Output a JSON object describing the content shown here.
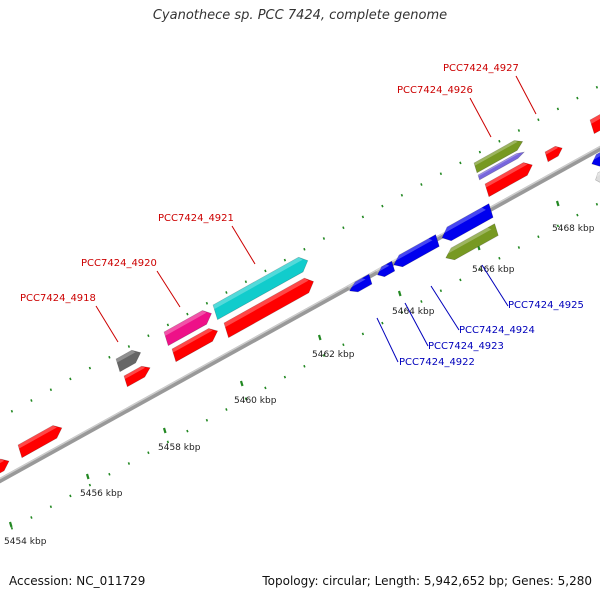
{
  "title": "Cyanothece sp. PCC 7424, complete genome",
  "footer": {
    "accession": "Accession: NC_011729",
    "summary": "Topology: circular; Length: 5,942,652 bp; Genes: 5,280"
  },
  "colors": {
    "forward_label": "#cc0000",
    "reverse_label": "#0000bb",
    "backbone": "#999999",
    "tick": "#228822"
  },
  "scale": {
    "major_ticks": [
      {
        "label": "5454 kbp"
      },
      {
        "label": "5456 kbp"
      },
      {
        "label": "5458 kbp"
      },
      {
        "label": "5460 kbp"
      },
      {
        "label": "5462 kbp"
      },
      {
        "label": "5464 kbp"
      },
      {
        "label": "5466 kbp"
      },
      {
        "label": "5468 kbp"
      }
    ]
  },
  "gene_labels": [
    {
      "text": "PCC7424_4918",
      "strand": "forward"
    },
    {
      "text": "PCC7424_4920",
      "strand": "forward"
    },
    {
      "text": "PCC7424_4921",
      "strand": "forward"
    },
    {
      "text": "PCC7424_4926",
      "strand": "forward"
    },
    {
      "text": "PCC7424_4927",
      "strand": "forward"
    },
    {
      "text": "PCC7424_4922",
      "strand": "reverse"
    },
    {
      "text": "PCC7424_4923",
      "strand": "reverse"
    },
    {
      "text": "PCC7424_4924",
      "strand": "reverse"
    },
    {
      "text": "PCC7424_4925",
      "strand": "reverse"
    }
  ],
  "features": [
    {
      "color": "#ff0000",
      "strand": "forward"
    },
    {
      "color": "#ff0000",
      "strand": "forward"
    },
    {
      "color": "#ff0000",
      "strand": "forward"
    },
    {
      "color": "#666666",
      "strand": "forward"
    },
    {
      "color": "#ff0000",
      "strand": "forward"
    },
    {
      "color": "#ee1188",
      "strand": "forward"
    },
    {
      "color": "#ff0000",
      "strand": "forward"
    },
    {
      "color": "#11cccc",
      "strand": "forward"
    },
    {
      "color": "#ff0000",
      "strand": "forward"
    },
    {
      "color": "#779922",
      "strand": "forward"
    },
    {
      "color": "#7766dd",
      "strand": "forward"
    },
    {
      "color": "#ff0000",
      "strand": "forward"
    },
    {
      "color": "#ff0000",
      "strand": "forward"
    },
    {
      "color": "#0000ee",
      "strand": "reverse"
    },
    {
      "color": "#0000ee",
      "strand": "reverse"
    },
    {
      "color": "#0000ee",
      "strand": "reverse"
    },
    {
      "color": "#0000ee",
      "strand": "reverse"
    },
    {
      "color": "#779922",
      "strand": "reverse"
    },
    {
      "color": "#0000ee",
      "strand": "reverse"
    },
    {
      "color": "#dddddd",
      "strand": "reverse"
    }
  ]
}
